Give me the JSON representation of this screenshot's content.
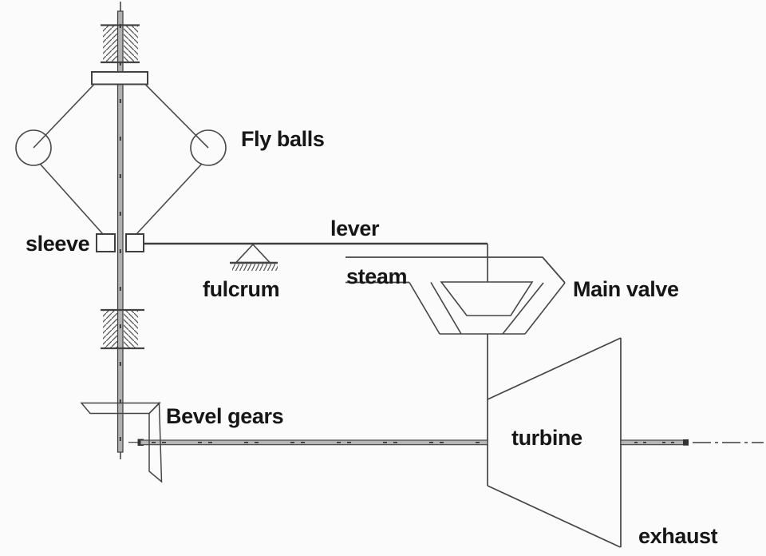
{
  "labels": {
    "fly_balls": "Fly balls",
    "sleeve": "sleeve",
    "lever": "lever",
    "fulcrum": "fulcrum",
    "steam": "steam",
    "main_valve": "Main valve",
    "bevel_gears": "Bevel gears",
    "turbine": "turbine",
    "exhaust": "exhaust"
  },
  "colors": {
    "line": "#454545",
    "text": "#161616",
    "background": "#fbfbfb",
    "shaft_fill": "#b0b0b0",
    "hatch": "#555555"
  }
}
